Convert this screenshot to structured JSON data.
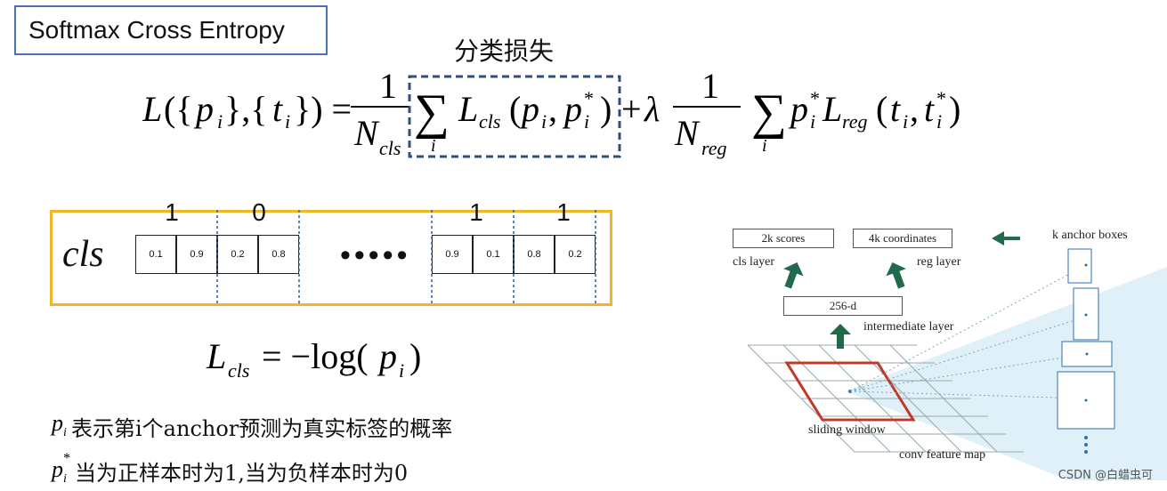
{
  "title": "Softmax Cross Entropy",
  "formula_annotation": "分类损失",
  "cls_label": "cls",
  "cls_groups": [
    {
      "top": [
        "1",
        "0"
      ],
      "values": [
        "0.1",
        "0.9",
        "0.2",
        "0.8"
      ]
    },
    {
      "top": [
        "1",
        "1"
      ],
      "values": [
        "0.9",
        "0.1",
        "0.8",
        "0.2"
      ]
    }
  ],
  "ellipsis": "•••••",
  "notes": [
    "表示第i个anchor预测为真实标签的概率",
    "当为正样本时为1,当为负样本时为0"
  ],
  "rpn": {
    "scores": "2k scores",
    "coordinates": "4k coordinates",
    "anchor_boxes": "k anchor boxes",
    "cls_layer": "cls layer",
    "reg_layer": "reg layer",
    "intermediate": "256-d",
    "intermediate_layer": "intermediate layer",
    "sliding_window": "sliding window",
    "feature_map": "conv feature map"
  },
  "watermark": "CSDN @白蜡虫可",
  "colors": {
    "title_border": "#4a72b0",
    "cls_border": "#f0b624",
    "arrow": "#1f6b4b",
    "window": "#c0392b"
  }
}
